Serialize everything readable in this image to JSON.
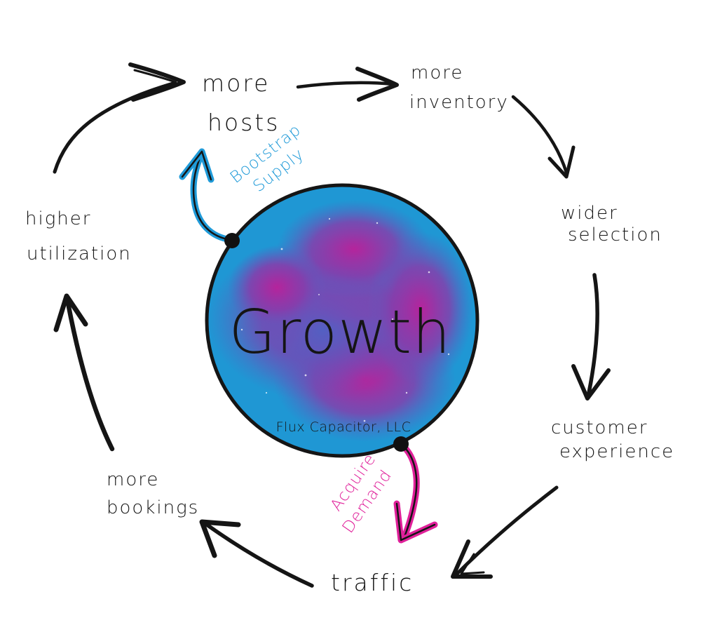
{
  "diagram": {
    "center": {
      "label": "Growth",
      "company": "Flux Capacitor, LLC"
    },
    "stages": {
      "more_hosts": {
        "line1": "more",
        "line2": "hosts"
      },
      "more_inventory": {
        "line1": "more",
        "line2": "inventory"
      },
      "wider_selection": {
        "line1": "wider",
        "line2": "selection"
      },
      "customer_experience": {
        "line1": "customer",
        "line2": "experience"
      },
      "traffic": {
        "line1": "traffic"
      },
      "more_bookings": {
        "line1": "more",
        "line2": "bookings"
      },
      "higher_utilization": {
        "line1": "higher",
        "line2": "utilization"
      }
    },
    "callouts": {
      "bootstrap_supply": {
        "line1": "Bootstrap",
        "line2": "Supply"
      },
      "acquire_demand": {
        "line1": "Acquire",
        "line2": "Demand"
      }
    },
    "colors": {
      "ink": "#151515",
      "globe_blue": "#1f97d4",
      "globe_magenta": "#b52a9e",
      "bootstrap_blue": "#1f9ad8",
      "acquire_magenta": "#e0209a"
    }
  }
}
